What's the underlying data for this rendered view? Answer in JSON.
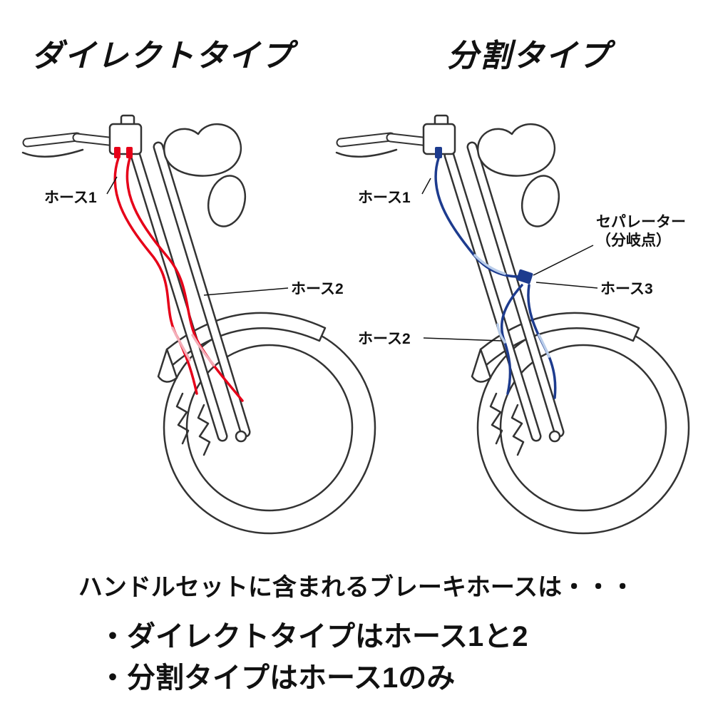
{
  "titles": {
    "direct": "ダイレクトタイプ",
    "split": "分割タイプ"
  },
  "labels": {
    "direct_hose1": "ホース1",
    "direct_hose2": "ホース2",
    "split_hose1": "ホース1",
    "split_hose2": "ホース2",
    "split_hose3": "ホース3",
    "separator_line1": "セパレーター",
    "separator_line2": "（分岐点）"
  },
  "colors": {
    "direct_hose": "#e60019",
    "direct_hose_light": "#f3aeb8",
    "split_hose": "#1d3b8e",
    "split_hose_light": "#b9cdea"
  },
  "footer": {
    "intro": "ハンドルセットに含まれるブレーキホースは・・・",
    "bullets": [
      "・ダイレクトタイプはホース1と2",
      "・分割タイプはホース1のみ"
    ]
  }
}
